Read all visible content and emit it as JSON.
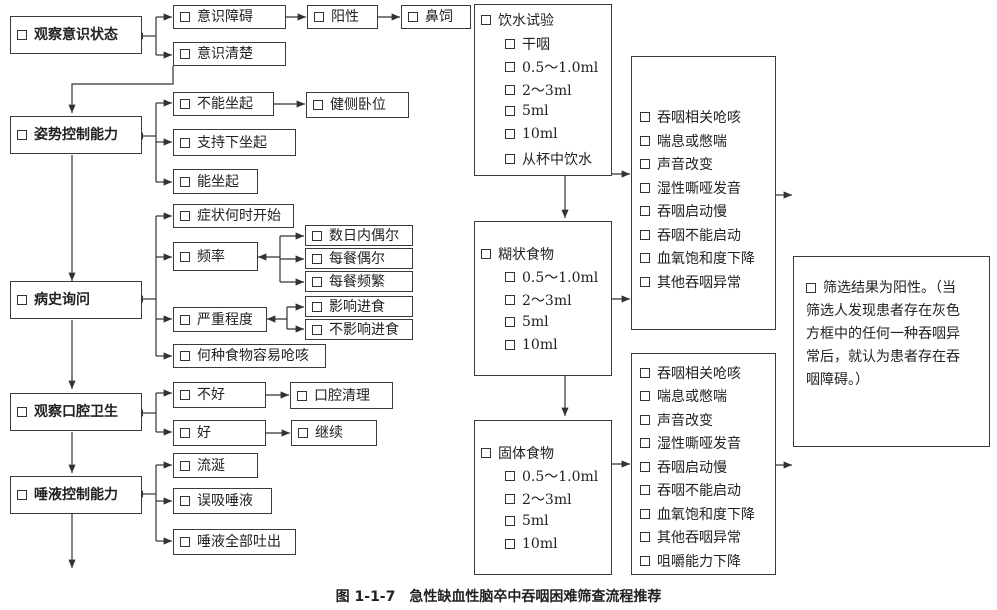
{
  "categories": [
    {
      "label": "观察意识状态"
    },
    {
      "label": "姿势控制能力"
    },
    {
      "label": "病史询问"
    },
    {
      "label": "观察口腔卫生"
    },
    {
      "label": "唾液控制能力"
    }
  ],
  "consciousness": {
    "impaired": "意识障碍",
    "positive": "阳性",
    "tube": "鼻饲",
    "clear": "意识清楚"
  },
  "posture": {
    "cannot_sit": "不能坐起",
    "lateral": "健侧卧位",
    "supported": "支持下坐起",
    "can_sit": "能坐起"
  },
  "history": {
    "onset": "症状何时开始",
    "frequency": "频率",
    "freq_options": [
      "数日内偶尔",
      "每餐偶尔",
      "每餐频繁"
    ],
    "severity": "严重程度",
    "sev_options": [
      "影响进食",
      "不影响进食"
    ],
    "which_food": "何种食物容易呛咳"
  },
  "oral": {
    "bad": "不好",
    "clean": "口腔清理",
    "good": "好",
    "continue": "继续"
  },
  "saliva": {
    "items": [
      "流涎",
      "误吸唾液",
      "唾液全部吐出"
    ]
  },
  "water_test": {
    "title": "饮水试验",
    "items": [
      "干咽",
      "0.5～1.0ml",
      "2～3ml",
      "5ml",
      "10ml",
      "从杯中饮水"
    ]
  },
  "paste_food": {
    "title": "糊状食物",
    "items": [
      "0.5～1.0ml",
      "2～3ml",
      "5ml",
      "10ml"
    ]
  },
  "solid_food": {
    "title": "固体食物",
    "items": [
      "0.5～1.0ml",
      "2～3ml",
      "5ml",
      "10ml"
    ]
  },
  "signs1": [
    "吞咽相关呛咳",
    "喘息或憋喘",
    "声音改变",
    "湿性嘶哑发音",
    "吞咽启动慢",
    "吞咽不能启动",
    "血氧饱和度下降",
    "其他吞咽异常"
  ],
  "signs2": [
    "吞咽相关呛咳",
    "喘息或憋喘",
    "声音改变",
    "湿性嘶哑发音",
    "吞咽启动慢",
    "吞咽不能启动",
    "血氧饱和度下降",
    "其他吞咽异常",
    "咀嚼能力下降"
  ],
  "result_note": {
    "lines": [
      "筛选结果为阳性。（当",
      "筛选人发现患者存在灰色",
      "方框中的任何一种吞咽异",
      "常后，就认为患者存在吞",
      "咽障碍。）"
    ]
  },
  "caption": "图 1-1-7　急性缺血性脑卒中吞咽困难筛查流程推荐"
}
